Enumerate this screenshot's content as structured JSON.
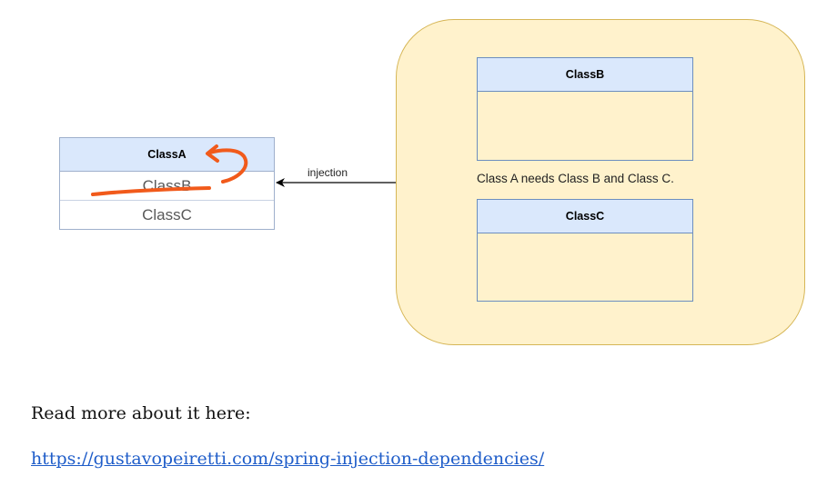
{
  "diagram": {
    "class_a": {
      "title": "ClassA",
      "fields": [
        "ClassB",
        "ClassC"
      ]
    },
    "container": {
      "class_b": {
        "title": "ClassB"
      },
      "class_c": {
        "title": "ClassC"
      },
      "note": "Class A needs Class B and Class C."
    },
    "edge_label": "injection",
    "colors": {
      "header_fill": "#dae8fc",
      "header_stroke": "#6c8ebf",
      "container_fill": "#fff2cc",
      "container_stroke": "#d6b656",
      "annotation": "#f15a1b"
    }
  },
  "text": {
    "read_more": "Read more about it here:",
    "link": "https://gustavopeiretti.com/spring-injection-dependencies/"
  }
}
